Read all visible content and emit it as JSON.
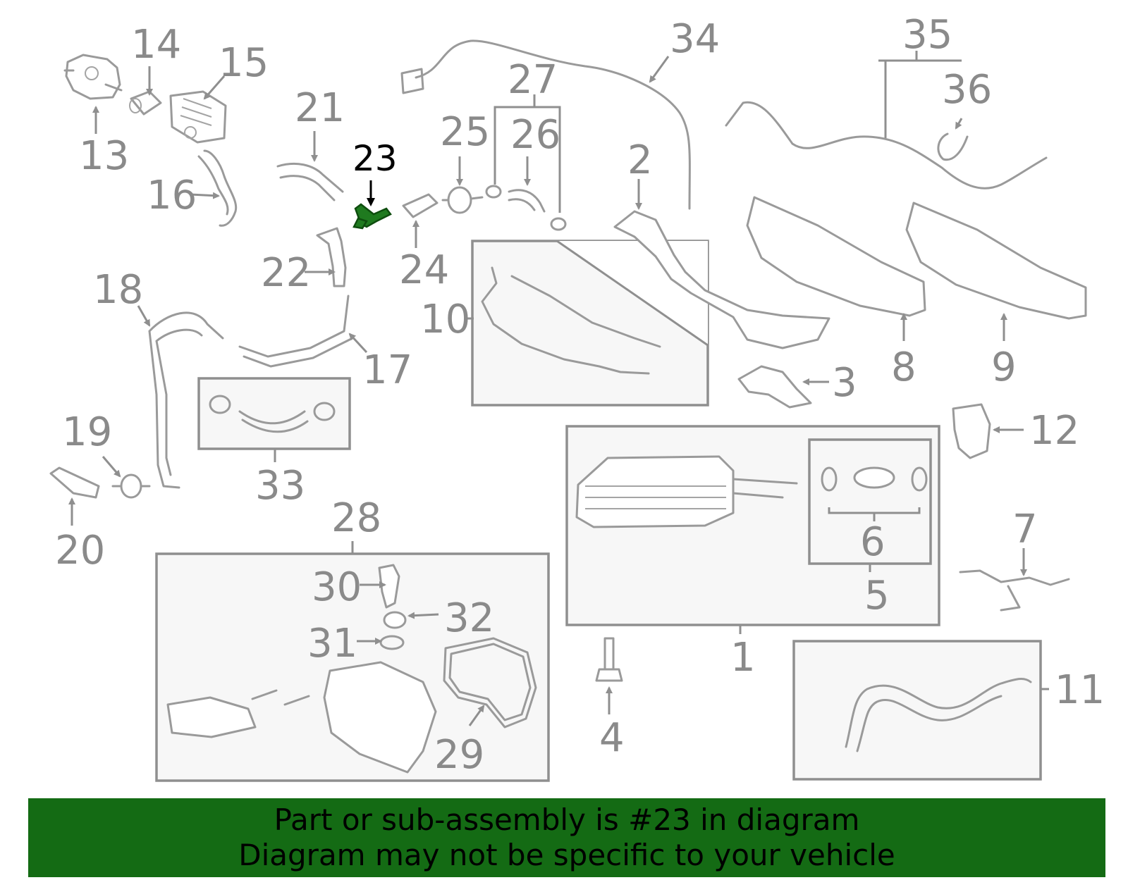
{
  "callouts": {
    "c1": "1",
    "c2": "2",
    "c3": "3",
    "c4": "4",
    "c5": "5",
    "c6": "6",
    "c7": "7",
    "c8": "8",
    "c9": "9",
    "c10": "10",
    "c11": "11",
    "c12": "12",
    "c13": "13",
    "c14": "14",
    "c15": "15",
    "c16": "16",
    "c17": "17",
    "c18": "18",
    "c19": "19",
    "c20": "20",
    "c21": "21",
    "c22": "22",
    "c23": "23",
    "c24": "24",
    "c25": "25",
    "c26": "26",
    "c27": "27",
    "c28": "28",
    "c29": "29",
    "c30": "30",
    "c31": "31",
    "c32": "32",
    "c33": "33",
    "c34": "34",
    "c35": "35",
    "c36": "36"
  },
  "highlight": {
    "color": "#1f7a1f",
    "banner_color": "#146b14"
  },
  "footer": {
    "line1": "Part or sub-assembly is #23 in diagram",
    "line2": "Diagram may not be specific to your vehicle"
  }
}
